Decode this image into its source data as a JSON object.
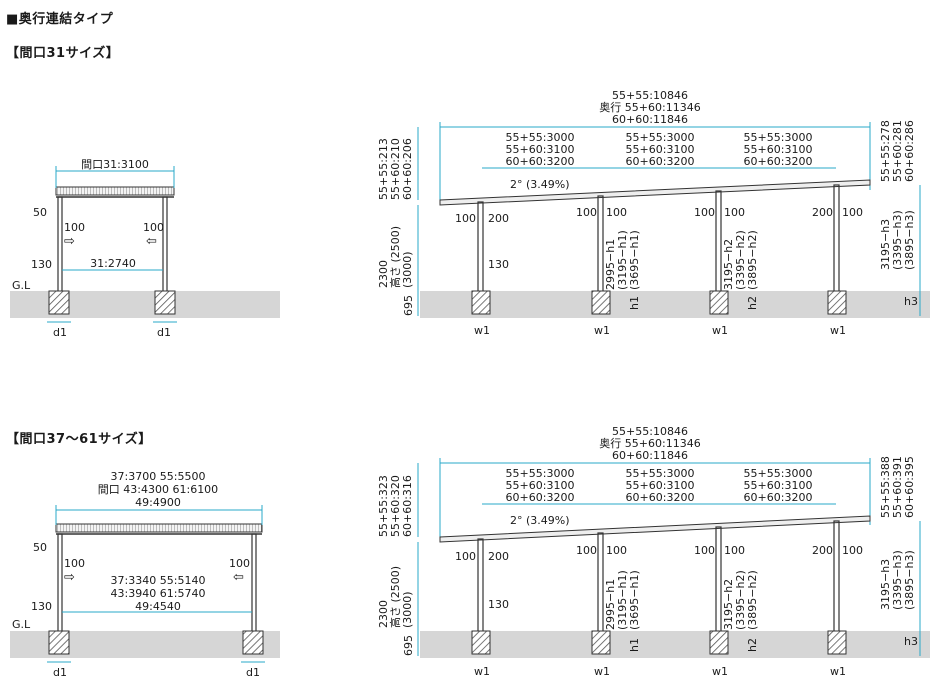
{
  "header": {
    "title": "■奥行連結タイプ",
    "section1": "【間口31サイズ】",
    "section2": "【間口37〜61サイズ】"
  },
  "gl_label": "G.L",
  "labels": {
    "d1": "d1",
    "w1": "w1",
    "h1": "h1",
    "h2": "h2",
    "h3": "h3",
    "n50": "50",
    "n100": "100",
    "n130": "130",
    "n200": "200",
    "n695": "695",
    "slope": "2° (3.49%)"
  },
  "front1": {
    "width_total": "間口31:3100",
    "width_inner": "31:2740"
  },
  "front2": {
    "width_total": [
      "37:3700  55:5500",
      "間口 43:4300  61:6100",
      "49:4900"
    ],
    "width_inner": [
      "37:3340  55:5140",
      "43:3940  61:5740",
      "49:4540"
    ]
  },
  "side": {
    "depth_total": [
      "55+55:10846",
      "奥行 55+60:11346",
      "60+60:11846"
    ],
    "depth_segment": [
      "55+55:3000",
      "55+60:3100",
      "60+60:3200"
    ],
    "height_main": [
      "2300",
      "高さ (2500)",
      "(3000)"
    ],
    "h1_expr": [
      "2995−h1",
      "(3195−h1)",
      "(3695−h1)"
    ],
    "h2_expr": [
      "3195−h2",
      "(3395−h2)",
      "(3895−h2)"
    ],
    "h3_expr": [
      "3195−h3",
      "(3395−h3)",
      "(3895−h3)"
    ]
  },
  "side1": {
    "left_top": [
      "55+55:213",
      "55+60:210",
      "60+60:206"
    ],
    "right_top": [
      "55+55:278",
      "55+60:281",
      "60+60:286"
    ]
  },
  "side2": {
    "left_top": [
      "55+55:323",
      "55+60:320",
      "60+60:316"
    ],
    "right_top": [
      "55+55:388",
      "55+60:391",
      "60+60:395"
    ]
  }
}
